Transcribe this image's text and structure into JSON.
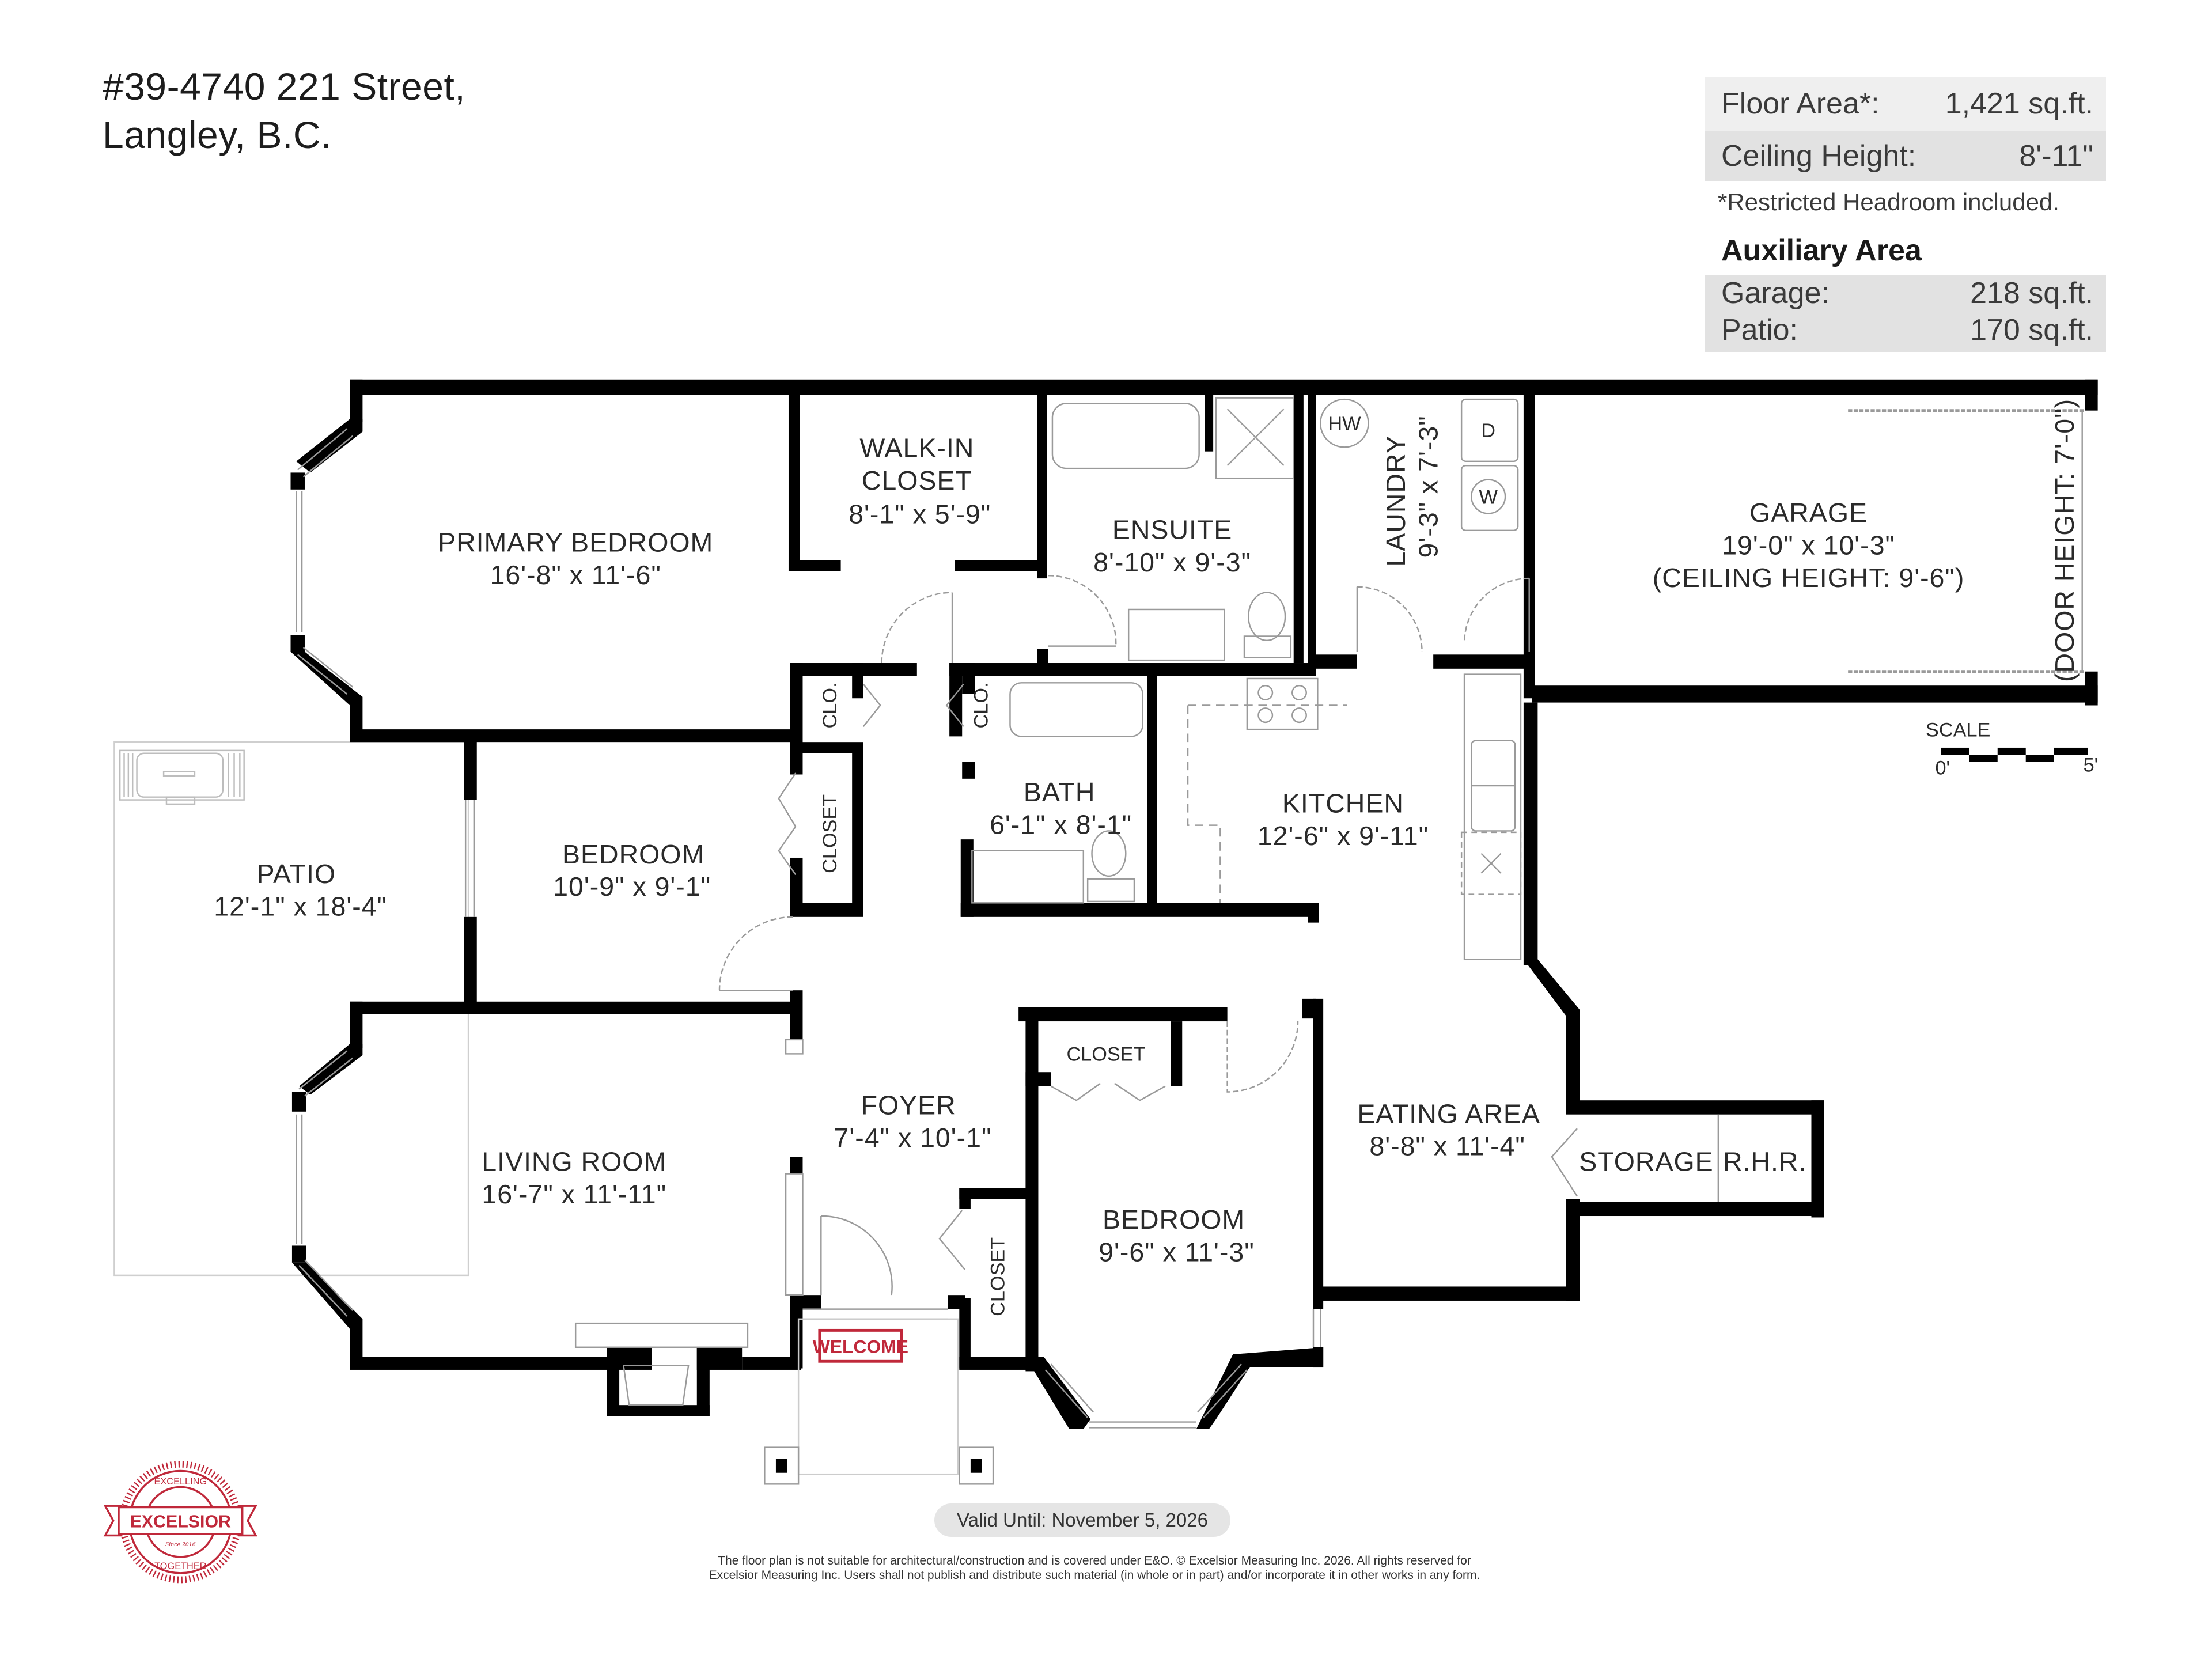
{
  "header": {
    "address_line1": "#39-4740 221 Street,",
    "address_line2": "Langley, B.C."
  },
  "summary": {
    "floor_area_label": "Floor Area*:",
    "floor_area_value": "1,421 sq.ft.",
    "ceiling_height_label": "Ceiling Height:",
    "ceiling_height_value": "8'-11\"",
    "footnote": "*Restricted Headroom included.",
    "auxiliary_title": "Auxiliary Area",
    "garage_label": "Garage:",
    "garage_value": "218 sq.ft.",
    "patio_label": "Patio:",
    "patio_value": "170 sq.ft."
  },
  "rooms": {
    "primary_bedroom": {
      "name": "PRIMARY BEDROOM",
      "size": "16'-8\" x 11'-6\""
    },
    "walk_in_closet": {
      "name1": "WALK-IN",
      "name2": "CLOSET",
      "size": "8'-1\" x 5'-9\""
    },
    "ensuite": {
      "name": "ENSUITE",
      "size": "8'-10\" x 9'-3\""
    },
    "laundry": {
      "name": "LAUNDRY",
      "size": "9'-3\" x 7'-3\""
    },
    "garage": {
      "name": "GARAGE",
      "size": "19'-0\" x 10'-3\"",
      "note": "(CEILING HEIGHT: 9'-6\")",
      "door_note": "(DOOR HEIGHT: 7'-0\")"
    },
    "patio": {
      "name": "PATIO",
      "size": "12'-1\" x 18'-4\""
    },
    "bedroom2": {
      "name": "BEDROOM",
      "size": "10'-9\" x 9'-1\""
    },
    "bath": {
      "name": "BATH",
      "size": "6'-1\" x 8'-1\""
    },
    "kitchen": {
      "name": "KITCHEN",
      "size": "12'-6\" x 9'-11\""
    },
    "living_room": {
      "name": "LIVING ROOM",
      "size": "16'-7\" x 11'-11\""
    },
    "foyer": {
      "name": "FOYER",
      "size": "7'-4\" x 10'-1\""
    },
    "bedroom3": {
      "name": "BEDROOM",
      "size": "9'-6\" x 11'-3\""
    },
    "eating_area": {
      "name": "EATING AREA",
      "size": "8'-8\" x 11'-4\""
    },
    "storage": {
      "name": "STORAGE",
      "rhr": "R.H.R."
    }
  },
  "labels": {
    "clo": "CLO.",
    "closet": "CLOSET",
    "hot_water": "HW",
    "dryer": "D",
    "washer": "W",
    "welcome_mat": "WELCOME"
  },
  "scale": {
    "title": "SCALE",
    "start": "0'",
    "end": "5'"
  },
  "footer": {
    "valid_until": "Valid Until: November  5, 2026",
    "disclaimer_line1": "The floor plan is not suitable for architectural/construction and is covered under E&O. © Excelsior Measuring Inc. 2026. All rights reserved for",
    "disclaimer_line2": "Excelsior Measuring Inc. Users shall not publish and distribute such material (in whole or in part) and/or incorporate it in other works in any form."
  },
  "logo": {
    "top_text": "EXCELLING",
    "main_text": "EXCELSIOR",
    "since_text": "Since 2016",
    "bottom_text": "TOGETHER",
    "color": "#c0283a"
  },
  "colors": {
    "wall": "#000000",
    "panel_light": "#efefef",
    "panel_dark": "#e2e2e2",
    "accent_red": "#c0283a"
  }
}
